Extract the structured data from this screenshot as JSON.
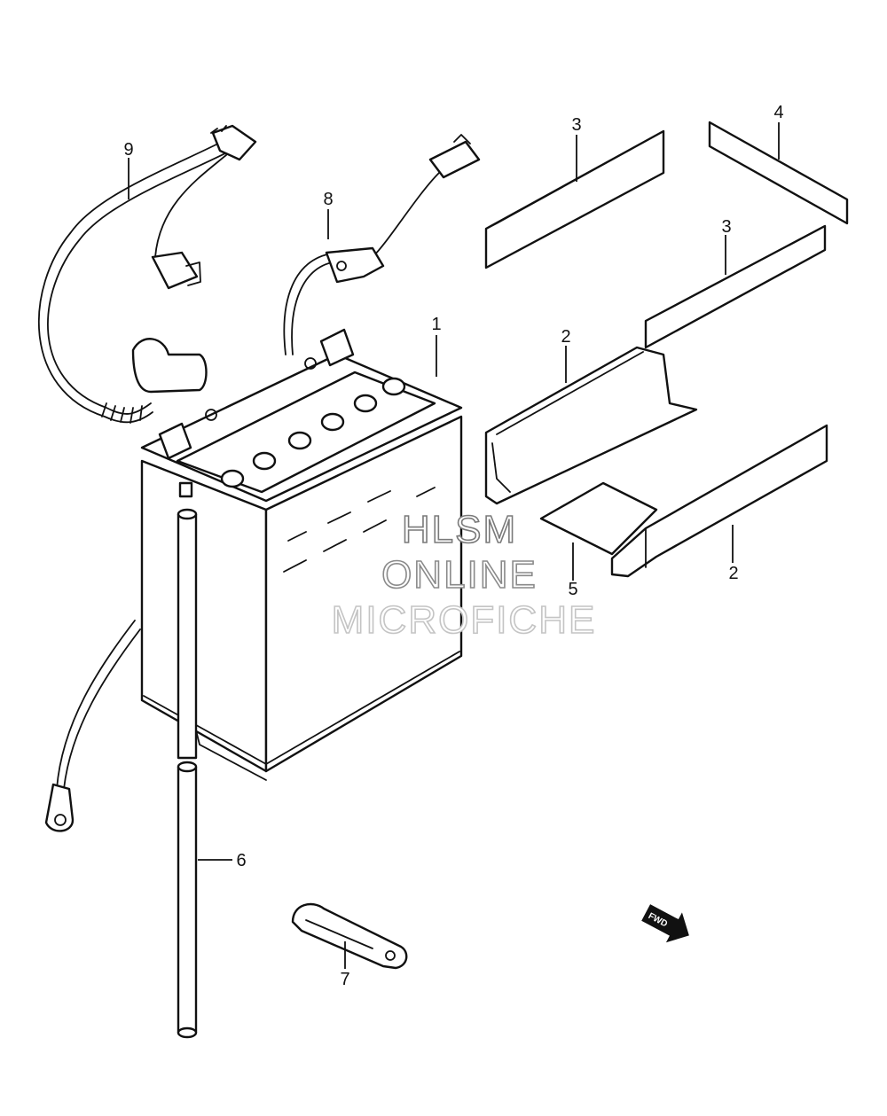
{
  "diagram": {
    "callouts": [
      "1",
      "2",
      "2",
      "3",
      "3",
      "4",
      "5",
      "6",
      "7",
      "8",
      "9"
    ],
    "fwd_label": "FWD"
  },
  "watermark": {
    "line1": "HLSM",
    "line2": "ONLINE",
    "line3": "MICROFICHE"
  }
}
